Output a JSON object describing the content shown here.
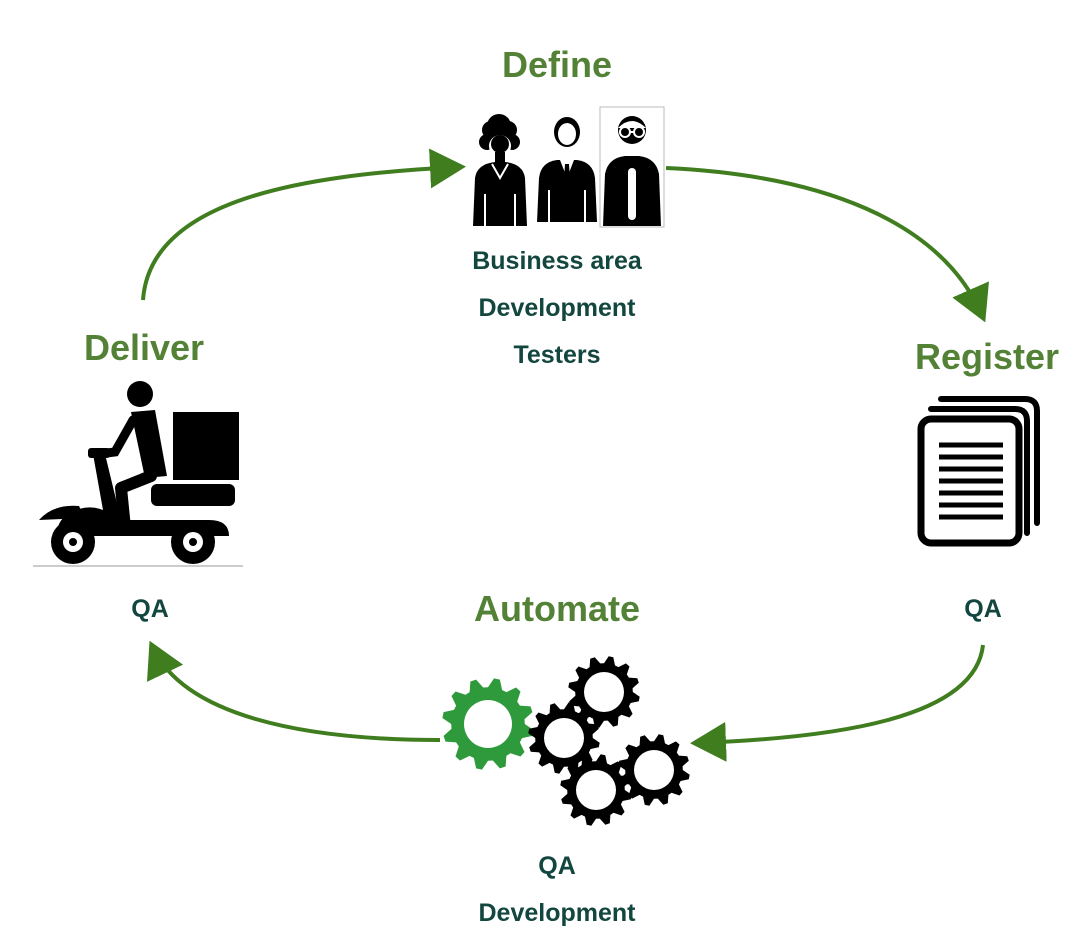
{
  "colors": {
    "title": "#538135",
    "role": "#12463f",
    "arrow": "#3f7d1f",
    "icon": "#000000",
    "gear_accent": "#2e9a3c"
  },
  "stages": {
    "define": {
      "title": "Define",
      "icon": "people-icon",
      "roles": [
        "Business area",
        "Development",
        "Testers"
      ]
    },
    "register": {
      "title": "Register",
      "icon": "document-icon",
      "roles": [
        "QA"
      ]
    },
    "automate": {
      "title": "Automate",
      "icon": "gears-icon",
      "roles": [
        "QA",
        "Development"
      ]
    },
    "deliver": {
      "title": "Deliver",
      "icon": "scooter-icon",
      "roles": [
        "QA"
      ]
    }
  }
}
